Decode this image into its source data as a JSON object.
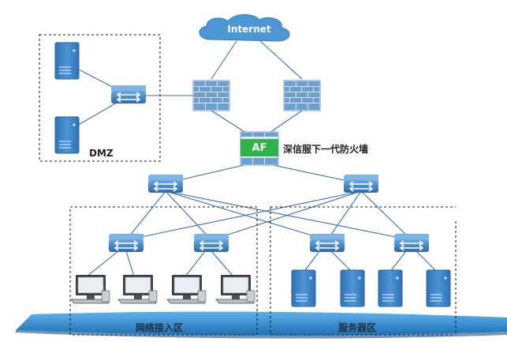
{
  "labels": {
    "internet": "Internet",
    "dmz": "DMZ",
    "af": "AF",
    "firewall_name": "深信服下一代防火墙",
    "access_zone": "网络接入区",
    "server_zone": "服务器区"
  },
  "colors": {
    "cloud": "#4d96d4",
    "device": "#3f86c6",
    "firewall_brick": "#6f9fd0",
    "af_green": "#2fb34a",
    "line": "#3a6fa6",
    "ground": "#2f8fd6",
    "dashed": "#222222"
  },
  "icons": [
    "cloud-icon",
    "firewall-icon",
    "af-firewall-icon",
    "switch-icon",
    "server-icon",
    "workstation-icon"
  ]
}
